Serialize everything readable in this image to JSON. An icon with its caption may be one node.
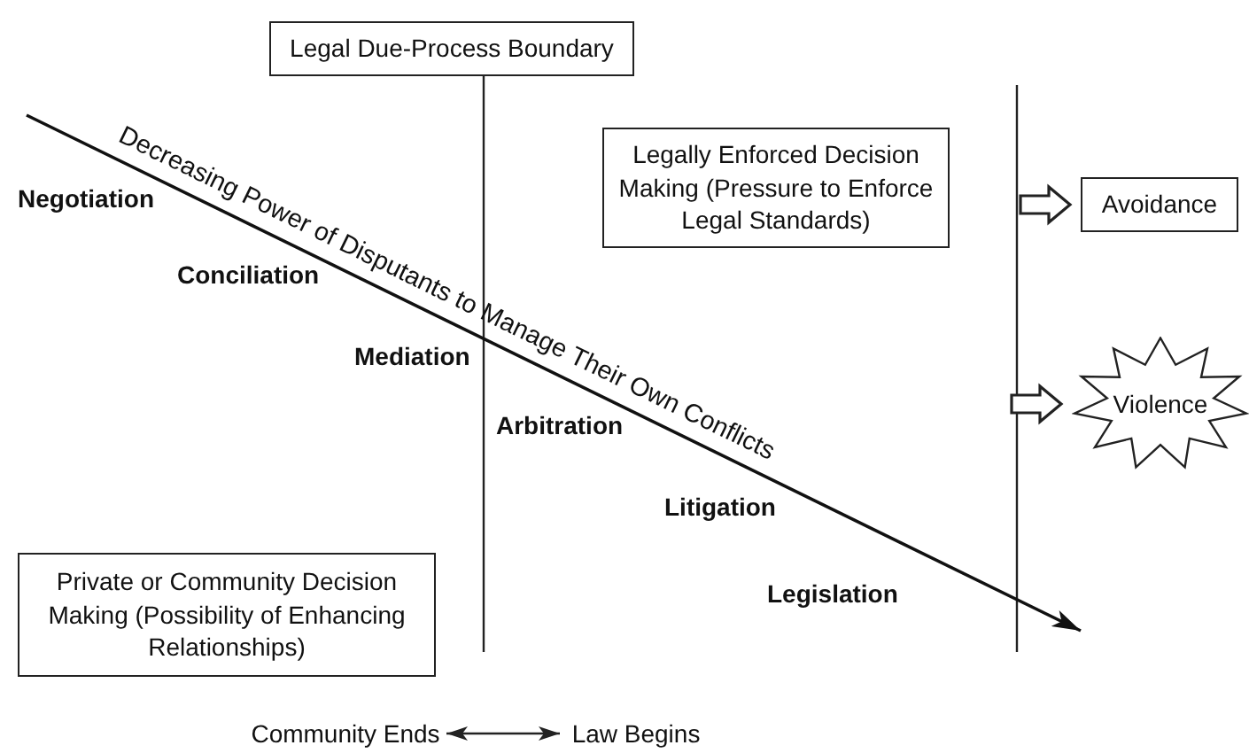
{
  "diagram": {
    "nodes": [
      {
        "text": [
          "Legal Due-Process Boundary"
        ]
      },
      {
        "text": [
          "Legally Enforced Decision Making (Pressure to Enforce Legal Standards)"
        ]
      },
      {
        "text": [
          "Avoidance"
        ]
      },
      {
        "text": [
          "Violence"
        ]
      },
      {
        "text": [
          "Private or Community Decision Making (Possibility of Enhancing Relationships)"
        ]
      },
      {
        "text": [
          "Community Ends"
        ]
      },
      {
        "text": [
          "Law Begins"
        ]
      }
    ],
    "edges": [
      {
        "from": null,
        "to": 2,
        "arrow": "to",
        "style": "thick"
      },
      {
        "from": null,
        "to": 3,
        "arrow": "to",
        "style": "thick"
      },
      {
        "from": 5,
        "to": 6,
        "arrow": "both"
      }
    ],
    "labels": [
      "Decreasing Power of Disputants to Manage Their Own Conflicts",
      "Negotiation",
      "Conciliation",
      "Mediation",
      "Arbitration",
      "Litigation",
      "Legislation"
    ]
  }
}
